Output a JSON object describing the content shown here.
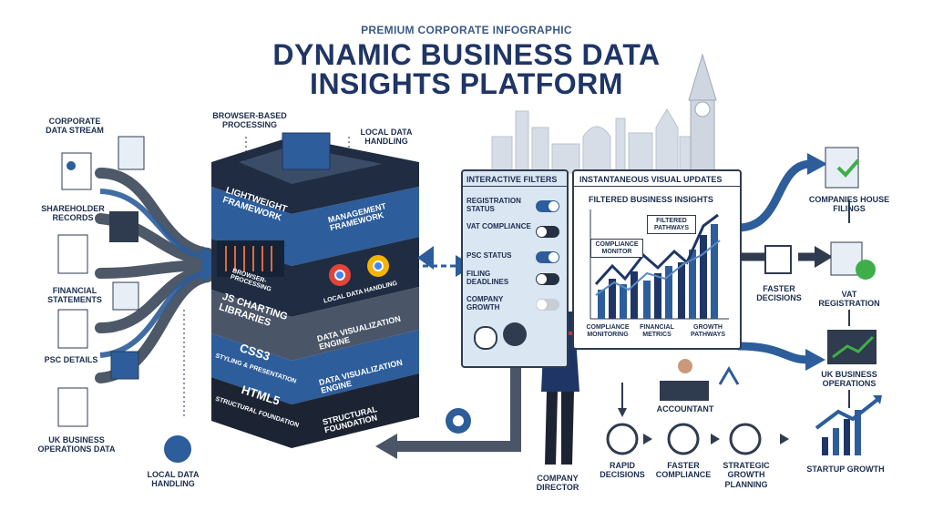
{
  "header": {
    "kicker": "PREMIUM CORPORATE INFOGRAPHIC",
    "title_line1": "DYNAMIC BUSINESS DATA",
    "title_line2": "INSIGHTS PLATFORM"
  },
  "inputs": {
    "corporate_stream": "CORPORATE DATA STREAM",
    "shareholder": "SHAREHOLDER RECORDS",
    "financial": "FINANCIAL STATEMENTS",
    "psc": "PSC DETAILS",
    "uk_ops": "UK BUSINESS OPERATIONS DATA",
    "local_handling_bottom": "LOCAL DATA HANDLING"
  },
  "stack": {
    "browser_processing_label": "BROWSER-BASED PROCESSING",
    "local_handling_label": "LOCAL DATA HANDLING",
    "layer1_left": "LIGHTWEIGHT FRAMEWORK",
    "layer1_right": "MANAGEMENT FRAMEWORK",
    "layer2_left": "BROWSER-PROCESSING",
    "layer2_right": "LOCAL DATA HANDLING",
    "layer3_left": "JS CHARTING LIBRARIES",
    "layer3_right": "DATA VISUALIZATION ENGINE",
    "layer4_left": "CSS3",
    "layer4_left_sub": "STYLING & PRESENTATION",
    "layer4_right": "DATA VISUALIZATION ENGINE",
    "layer5_left": "HTML5",
    "layer5_left_sub": "STRUCTURAL FOUNDATION",
    "layer5_right": "STRUCTURAL FOUNDATION"
  },
  "filters_panel": {
    "title": "INTERACTIVE FILTERS",
    "items": [
      {
        "label": "REGISTRATION STATUS"
      },
      {
        "label": "VAT COMPLIANCE"
      },
      {
        "label": "PSC STATUS"
      },
      {
        "label": "FILING DEADLINES"
      },
      {
        "label": "COMPANY GROWTH"
      }
    ]
  },
  "updates_panel": {
    "title": "INSTANTANEOUS VISUAL UPDATES",
    "chart_title": "FILTERED BUSINESS INSIGHTS",
    "callout_compliance": "COMPLIANCE MONITOR",
    "callout_pathways": "FILTERED PATHWAYS",
    "x_labels": [
      "COMPLIANCE MONITORING",
      "FINANCIAL METRICS",
      "GROWTH PATHWAYS"
    ]
  },
  "people": {
    "director": "COMPANY DIRECTOR",
    "accountant": "ACCOUNTANT"
  },
  "outcomes": {
    "rapid": "RAPID DECISIONS",
    "faster_compliance": "FASTER COMPLIANCE",
    "strategic": "STRATEGIC GROWTH PLANNING",
    "startup": "STARTUP GROWTH",
    "faster_decisions": "FASTER DECISIONS",
    "companies_house": "COMPANIES HOUSE FILINGS",
    "vat": "VAT REGISTRATION",
    "uk_ops": "UK BUSINESS OPERATIONS"
  },
  "colors": {
    "navy": "#1f3566",
    "blue": "#2d5d9a",
    "light_blue": "#dbe6f3",
    "dark": "#253142",
    "green": "#3fae49"
  }
}
